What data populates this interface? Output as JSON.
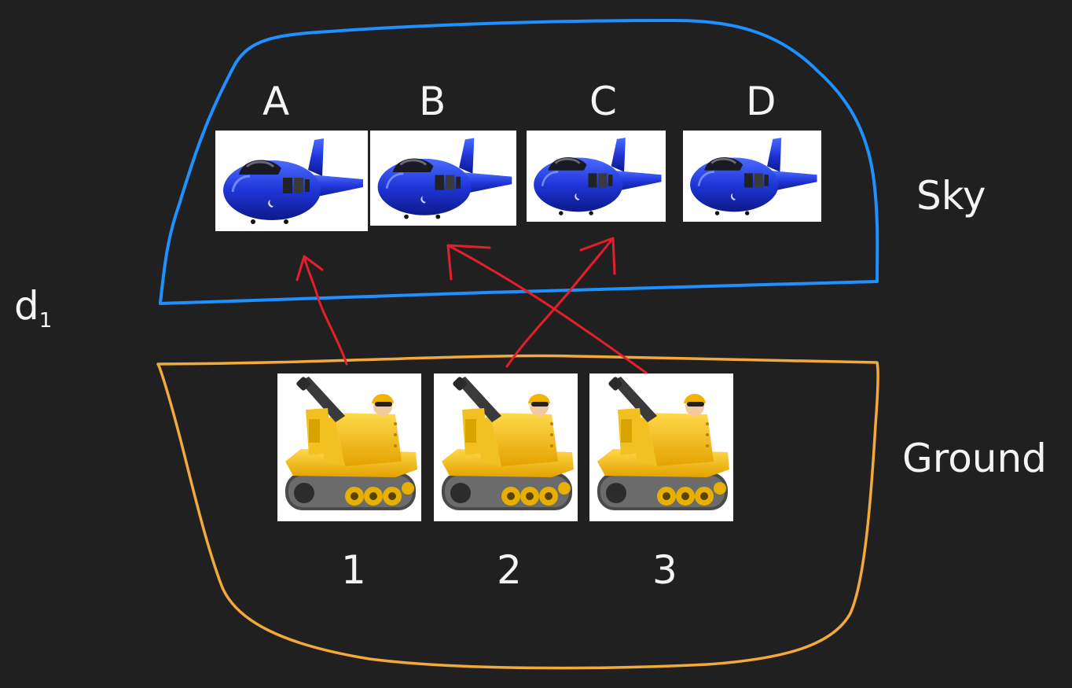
{
  "regions": {
    "sky": {
      "label": "Sky",
      "color": "#1e90ff"
    },
    "ground": {
      "label": "Ground",
      "color": "#f2a93b"
    }
  },
  "distance": {
    "base": "d",
    "sub": "1"
  },
  "planes": [
    {
      "label": "A",
      "icon": "blue-plane-icon"
    },
    {
      "label": "B",
      "icon": "blue-plane-icon"
    },
    {
      "label": "C",
      "icon": "blue-plane-icon"
    },
    {
      "label": "D",
      "icon": "blue-plane-icon"
    }
  ],
  "tanks": [
    {
      "label": "1",
      "icon": "yellow-tank-icon"
    },
    {
      "label": "2",
      "icon": "yellow-tank-icon"
    },
    {
      "label": "3",
      "icon": "yellow-tank-icon"
    }
  ],
  "arrow_color": "#e41e2b",
  "colors": {
    "background": "#212020",
    "text": "#f4f4f4"
  }
}
